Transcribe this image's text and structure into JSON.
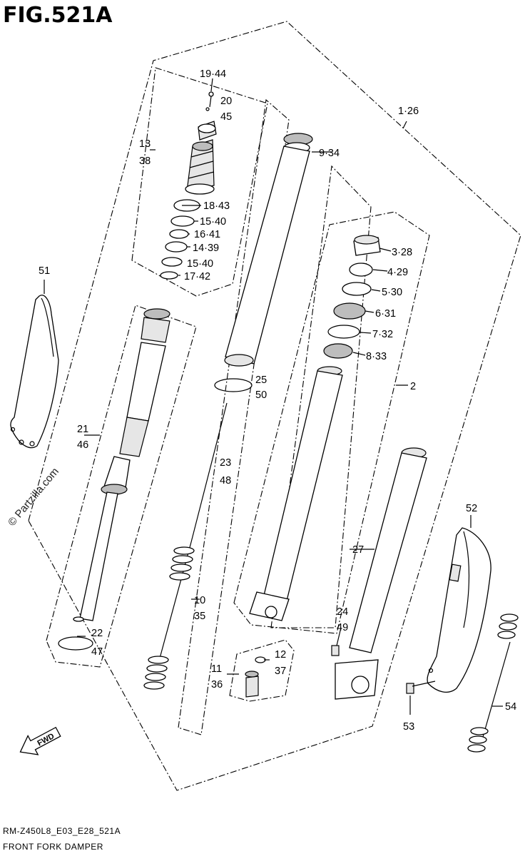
{
  "title": "FIG.521A",
  "footer": {
    "code": "RM-Z450L8_E03_E28_521A",
    "name": "FRONT FORK DAMPER"
  },
  "watermark": "© Partzilla.com",
  "fwd_label": "FWD",
  "callouts": {
    "c1": "1·26",
    "c2": "2",
    "c3": "3·28",
    "c4": "4·29",
    "c5": "5·30",
    "c6": "6·31",
    "c7": "7·32",
    "c8": "8·33",
    "c9": "9·34",
    "c10": "10",
    "c10b": "35",
    "c11": "11",
    "c11b": "36",
    "c12": "12",
    "c12b": "37",
    "c13": "13",
    "c13b": "38",
    "c14": "14·39",
    "c15a": "15·40",
    "c15b": "15·40",
    "c16": "16·41",
    "c17": "17·42",
    "c18": "18·43",
    "c19": "19·44",
    "c20": "20",
    "c20b": "45",
    "c21": "21",
    "c21b": "46",
    "c22": "22",
    "c22b": "47",
    "c23": "23",
    "c23b": "48",
    "c24": "24",
    "c24b": "49",
    "c25": "25",
    "c25b": "50",
    "c27": "27",
    "c51": "51",
    "c52": "52",
    "c53": "53",
    "c54": "54"
  }
}
